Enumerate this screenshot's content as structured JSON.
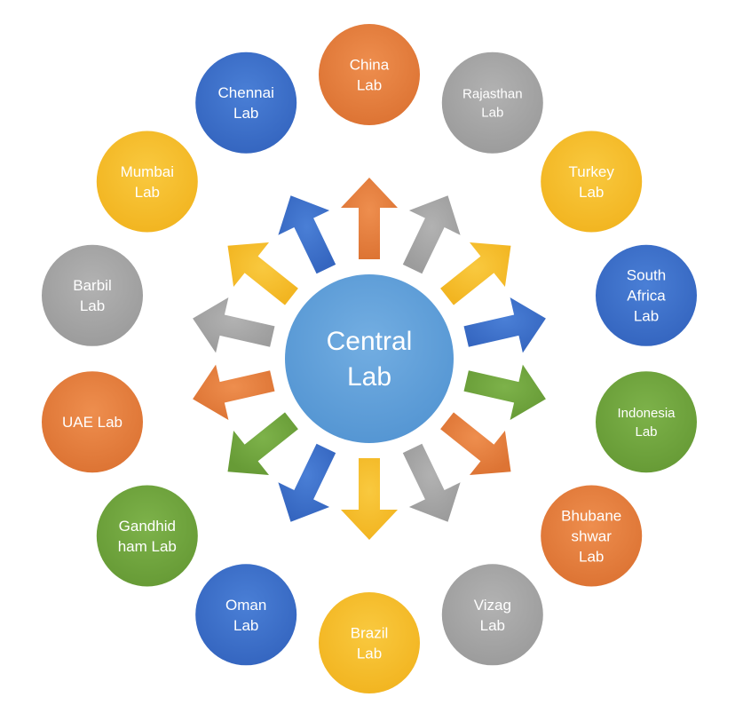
{
  "colors": {
    "orange": "#E07B39",
    "gray": "#A6A6A6",
    "yellow": "#F5BC2B",
    "blue": "#3F6FC8",
    "green": "#6FA33E",
    "center": "#5B9BD5"
  },
  "center": {
    "lines": [
      "Central",
      "Lab"
    ]
  },
  "nodes": [
    {
      "id": "china",
      "lines": [
        "China",
        "Lab"
      ],
      "color": "orange"
    },
    {
      "id": "rajasthan",
      "lines": [
        "Rajasthan",
        "Lab"
      ],
      "color": "gray"
    },
    {
      "id": "turkey",
      "lines": [
        "Turkey",
        "Lab"
      ],
      "color": "yellow"
    },
    {
      "id": "south-africa",
      "lines": [
        "South",
        "Africa",
        "Lab"
      ],
      "color": "blue"
    },
    {
      "id": "indonesia",
      "lines": [
        "Indonesia",
        "Lab"
      ],
      "color": "green"
    },
    {
      "id": "bhubaneshwar",
      "lines": [
        "Bhubane",
        "shwar",
        "Lab"
      ],
      "color": "orange"
    },
    {
      "id": "vizag",
      "lines": [
        "Vizag",
        "Lab"
      ],
      "color": "gray"
    },
    {
      "id": "brazil",
      "lines": [
        "Brazil",
        "Lab"
      ],
      "color": "yellow"
    },
    {
      "id": "oman",
      "lines": [
        "Oman",
        "Lab"
      ],
      "color": "blue"
    },
    {
      "id": "gandhidham",
      "lines": [
        "Gandhid",
        "ham Lab"
      ],
      "color": "green"
    },
    {
      "id": "uae",
      "lines": [
        "UAE Lab"
      ],
      "color": "orange"
    },
    {
      "id": "barbil",
      "lines": [
        "Barbil",
        "Lab"
      ],
      "color": "gray"
    },
    {
      "id": "mumbai",
      "lines": [
        "Mumbai",
        "Lab"
      ],
      "color": "yellow"
    },
    {
      "id": "chennai",
      "lines": [
        "Chennai",
        "Lab"
      ],
      "color": "blue"
    }
  ]
}
